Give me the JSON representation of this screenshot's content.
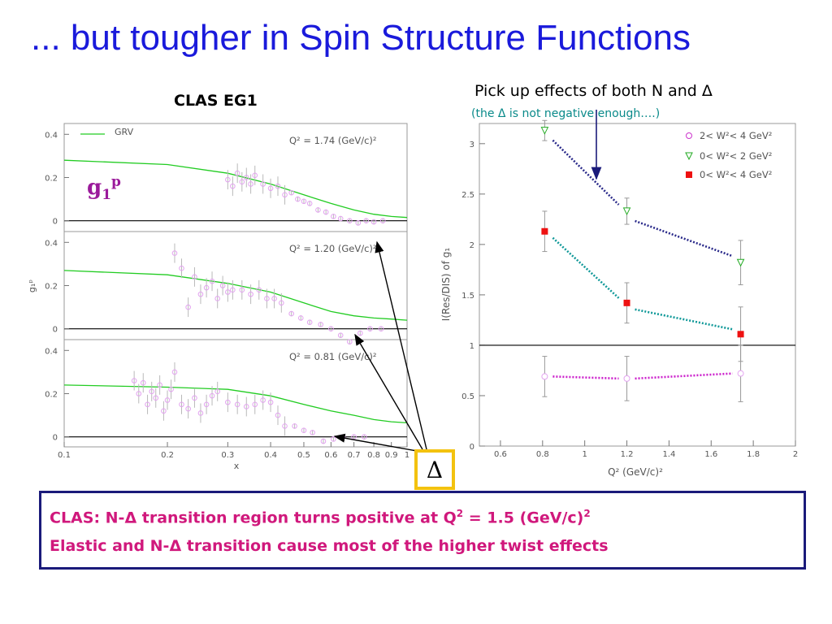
{
  "slide": {
    "title": "... but tougher in Spin Structure Functions",
    "left_heading": "CLAS EG1",
    "right_heading": "Pick up effects of both N and Δ",
    "right_subheading": "(the Δ is not negative enough….)",
    "delta_label": "Δ",
    "notes": {
      "line1_a": "CLAS: N-Δ transition region turns positive at Q",
      "line1_sup1": "2",
      "line1_b": " = 1.5 (GeV/c)",
      "line1_sup2": "2",
      "line2": "Elastic and N-Δ transition cause most of the higher twist effects"
    }
  },
  "colors": {
    "title": "#1a1adb",
    "grv_curve": "#22cc22",
    "data_points": "#e3a3f0",
    "series_2_4": "#cc33cc",
    "series_0_2": "#22aa22",
    "series_red": "#ee1111",
    "dotted_upper": "#2a2a8a",
    "dotted_mid": "#119999",
    "dotted_low": "#cc22cc",
    "delta_box_border": "#f3c20f",
    "notes_text": "#d0187c",
    "notes_border": "#1a1a7a"
  },
  "chart_data": [
    {
      "type": "scatter",
      "panel": "top",
      "label": "g1p",
      "legend": "GRV",
      "annotation": "Q² = 1.74 (GeV/c)²",
      "yticks": [
        "0.4",
        "0.2",
        "0"
      ],
      "ylim": [
        -0.05,
        0.45
      ],
      "xlim": [
        0.1,
        1
      ],
      "x": [
        0.3,
        0.31,
        0.32,
        0.33,
        0.34,
        0.35,
        0.36,
        0.38,
        0.4,
        0.42,
        0.44,
        0.46,
        0.48,
        0.5,
        0.52,
        0.55,
        0.58,
        0.61,
        0.64,
        0.68,
        0.72,
        0.76,
        0.8,
        0.85
      ],
      "y": [
        0.19,
        0.16,
        0.22,
        0.18,
        0.2,
        0.17,
        0.21,
        0.17,
        0.15,
        0.16,
        0.12,
        0.13,
        0.1,
        0.09,
        0.08,
        0.05,
        0.04,
        0.02,
        0.01,
        0.0,
        -0.01,
        0.0,
        -0.005,
        0.0
      ],
      "grv": {
        "x": [
          0.1,
          0.2,
          0.3,
          0.4,
          0.5,
          0.6,
          0.7,
          0.8,
          0.9,
          1.0
        ],
        "y": [
          0.28,
          0.26,
          0.22,
          0.17,
          0.12,
          0.08,
          0.05,
          0.03,
          0.02,
          0.015
        ]
      }
    },
    {
      "type": "scatter",
      "panel": "middle",
      "annotation": "Q² = 1.20 (GeV/c)²",
      "yticks": [
        "0.4",
        "0.2",
        "0"
      ],
      "ylim": [
        -0.05,
        0.45
      ],
      "xlim": [
        0.1,
        1
      ],
      "x": [
        0.21,
        0.22,
        0.23,
        0.24,
        0.25,
        0.26,
        0.27,
        0.28,
        0.29,
        0.3,
        0.31,
        0.33,
        0.35,
        0.37,
        0.39,
        0.41,
        0.43,
        0.46,
        0.49,
        0.52,
        0.56,
        0.6,
        0.64,
        0.68,
        0.73,
        0.78,
        0.84
      ],
      "y": [
        0.35,
        0.28,
        0.1,
        0.24,
        0.16,
        0.19,
        0.22,
        0.14,
        0.2,
        0.17,
        0.18,
        0.18,
        0.16,
        0.18,
        0.14,
        0.14,
        0.12,
        0.07,
        0.05,
        0.03,
        0.02,
        0.0,
        -0.03,
        -0.06,
        -0.02,
        0.0,
        0.0
      ],
      "grv": {
        "x": [
          0.1,
          0.2,
          0.3,
          0.4,
          0.5,
          0.6,
          0.7,
          0.8,
          0.9,
          1.0
        ],
        "y": [
          0.27,
          0.25,
          0.21,
          0.17,
          0.12,
          0.08,
          0.06,
          0.05,
          0.045,
          0.04
        ]
      }
    },
    {
      "type": "scatter",
      "panel": "bottom",
      "annotation": "Q² = 0.81 (GeV/c)²",
      "yticks": [
        "0.4",
        "0.2",
        "0"
      ],
      "ylim": [
        -0.05,
        0.45
      ],
      "xlim": [
        0.1,
        1
      ],
      "xticks": [
        "0.1",
        "0.2",
        "0.3",
        "0.4",
        "0.5",
        "0.6",
        "0.7",
        "0.8",
        "0.9",
        "1"
      ],
      "xlabel": "x",
      "ylabel": "g₁ᵖ",
      "x": [
        0.16,
        0.165,
        0.17,
        0.175,
        0.18,
        0.185,
        0.19,
        0.195,
        0.2,
        0.205,
        0.21,
        0.22,
        0.23,
        0.24,
        0.25,
        0.26,
        0.27,
        0.28,
        0.3,
        0.32,
        0.34,
        0.36,
        0.38,
        0.4,
        0.42,
        0.44,
        0.47,
        0.5,
        0.53,
        0.57,
        0.61,
        0.65,
        0.7,
        0.75
      ],
      "y": [
        0.26,
        0.2,
        0.25,
        0.15,
        0.21,
        0.18,
        0.24,
        0.12,
        0.17,
        0.22,
        0.3,
        0.15,
        0.13,
        0.18,
        0.11,
        0.15,
        0.19,
        0.21,
        0.16,
        0.15,
        0.14,
        0.15,
        0.17,
        0.16,
        0.1,
        0.05,
        0.05,
        0.03,
        0.02,
        -0.02,
        -0.01,
        0.0,
        0.0,
        0.0
      ],
      "grv": {
        "x": [
          0.1,
          0.2,
          0.3,
          0.4,
          0.5,
          0.6,
          0.7,
          0.8,
          0.9,
          1.0
        ],
        "y": [
          0.24,
          0.23,
          0.22,
          0.19,
          0.15,
          0.12,
          0.1,
          0.08,
          0.07,
          0.065
        ]
      }
    },
    {
      "type": "scatter",
      "panel": "right",
      "xlabel": "Q² (GeV/c)²",
      "ylabel": "I(Res/DIS) of g₁",
      "xlim": [
        0.5,
        2.0
      ],
      "ylim": [
        0,
        3.2
      ],
      "xticks": [
        "0.6",
        "0.8",
        "1",
        "1.2",
        "1.4",
        "1.6",
        "1.8",
        "2"
      ],
      "yticks": [
        "0",
        "0.5",
        "1",
        "1.5",
        "2",
        "2.5",
        "3"
      ],
      "reference_line_y": 1,
      "series": [
        {
          "name": "2< W²< 4 GeV²",
          "marker": "circle",
          "x": [
            0.81,
            1.2,
            1.74
          ],
          "y": [
            0.69,
            0.67,
            0.72
          ],
          "err": [
            0.2,
            0.22,
            0.28
          ]
        },
        {
          "name": "0< W²< 2 GeV²",
          "marker": "triangle",
          "x": [
            0.81,
            1.2,
            1.74
          ],
          "y": [
            3.13,
            2.33,
            1.82
          ],
          "err": [
            0.1,
            0.13,
            0.22
          ]
        },
        {
          "name": "0< W²< 4 GeV²",
          "marker": "square",
          "x": [
            0.81,
            1.2,
            1.74
          ],
          "y": [
            2.13,
            1.42,
            1.11
          ],
          "err": [
            0.2,
            0.2,
            0.27
          ]
        }
      ]
    }
  ]
}
